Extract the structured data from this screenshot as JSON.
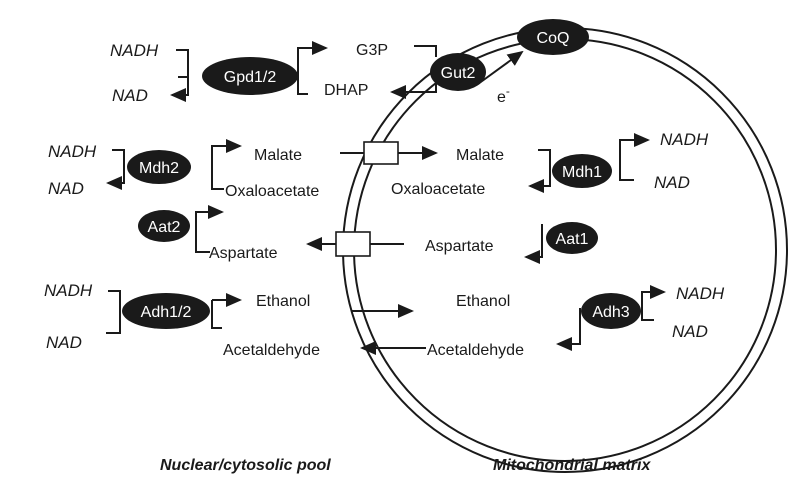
{
  "compartments": {
    "cytosol_label": "Nuclear/cytosolic pool",
    "mito_label": "Mitochondrial matrix"
  },
  "enzymes": {
    "gpd": "Gpd1/2",
    "gut2": "Gut2",
    "coq": "CoQ",
    "mdh2": "Mdh2",
    "mdh1": "Mdh1",
    "aat2": "Aat2",
    "aat1": "Aat1",
    "adh12": "Adh1/2",
    "adh3": "Adh3"
  },
  "metabolites": {
    "g3p": "G3P",
    "dhap": "DHAP",
    "electron": "e",
    "electron_sup": "-",
    "malate_cyto": "Malate",
    "oxaloacetate_cyto": "Oxaloacetate",
    "malate_mito": "Malate",
    "oxaloacetate_mito": "Oxaloacetate",
    "aspartate_cyto": "Aspartate",
    "aspartate_mito": "Aspartate",
    "ethanol_cyto": "Ethanol",
    "acetaldehyde_cyto": "Acetaldehyde",
    "ethanol_mito": "Ethanol",
    "acetaldehyde_mito": "Acetaldehyde"
  },
  "cofactors": {
    "nadh_gpd": "NADH",
    "nad_gpd": "NAD",
    "nadh_mdh2": "NADH",
    "nad_mdh2": "NAD",
    "nadh_mdh1": "NADH",
    "nad_mdh1": "NAD",
    "nadh_adh12": "NADH",
    "nad_adh12": "NAD",
    "nadh_adh3": "NADH",
    "nad_adh3": "NAD"
  }
}
